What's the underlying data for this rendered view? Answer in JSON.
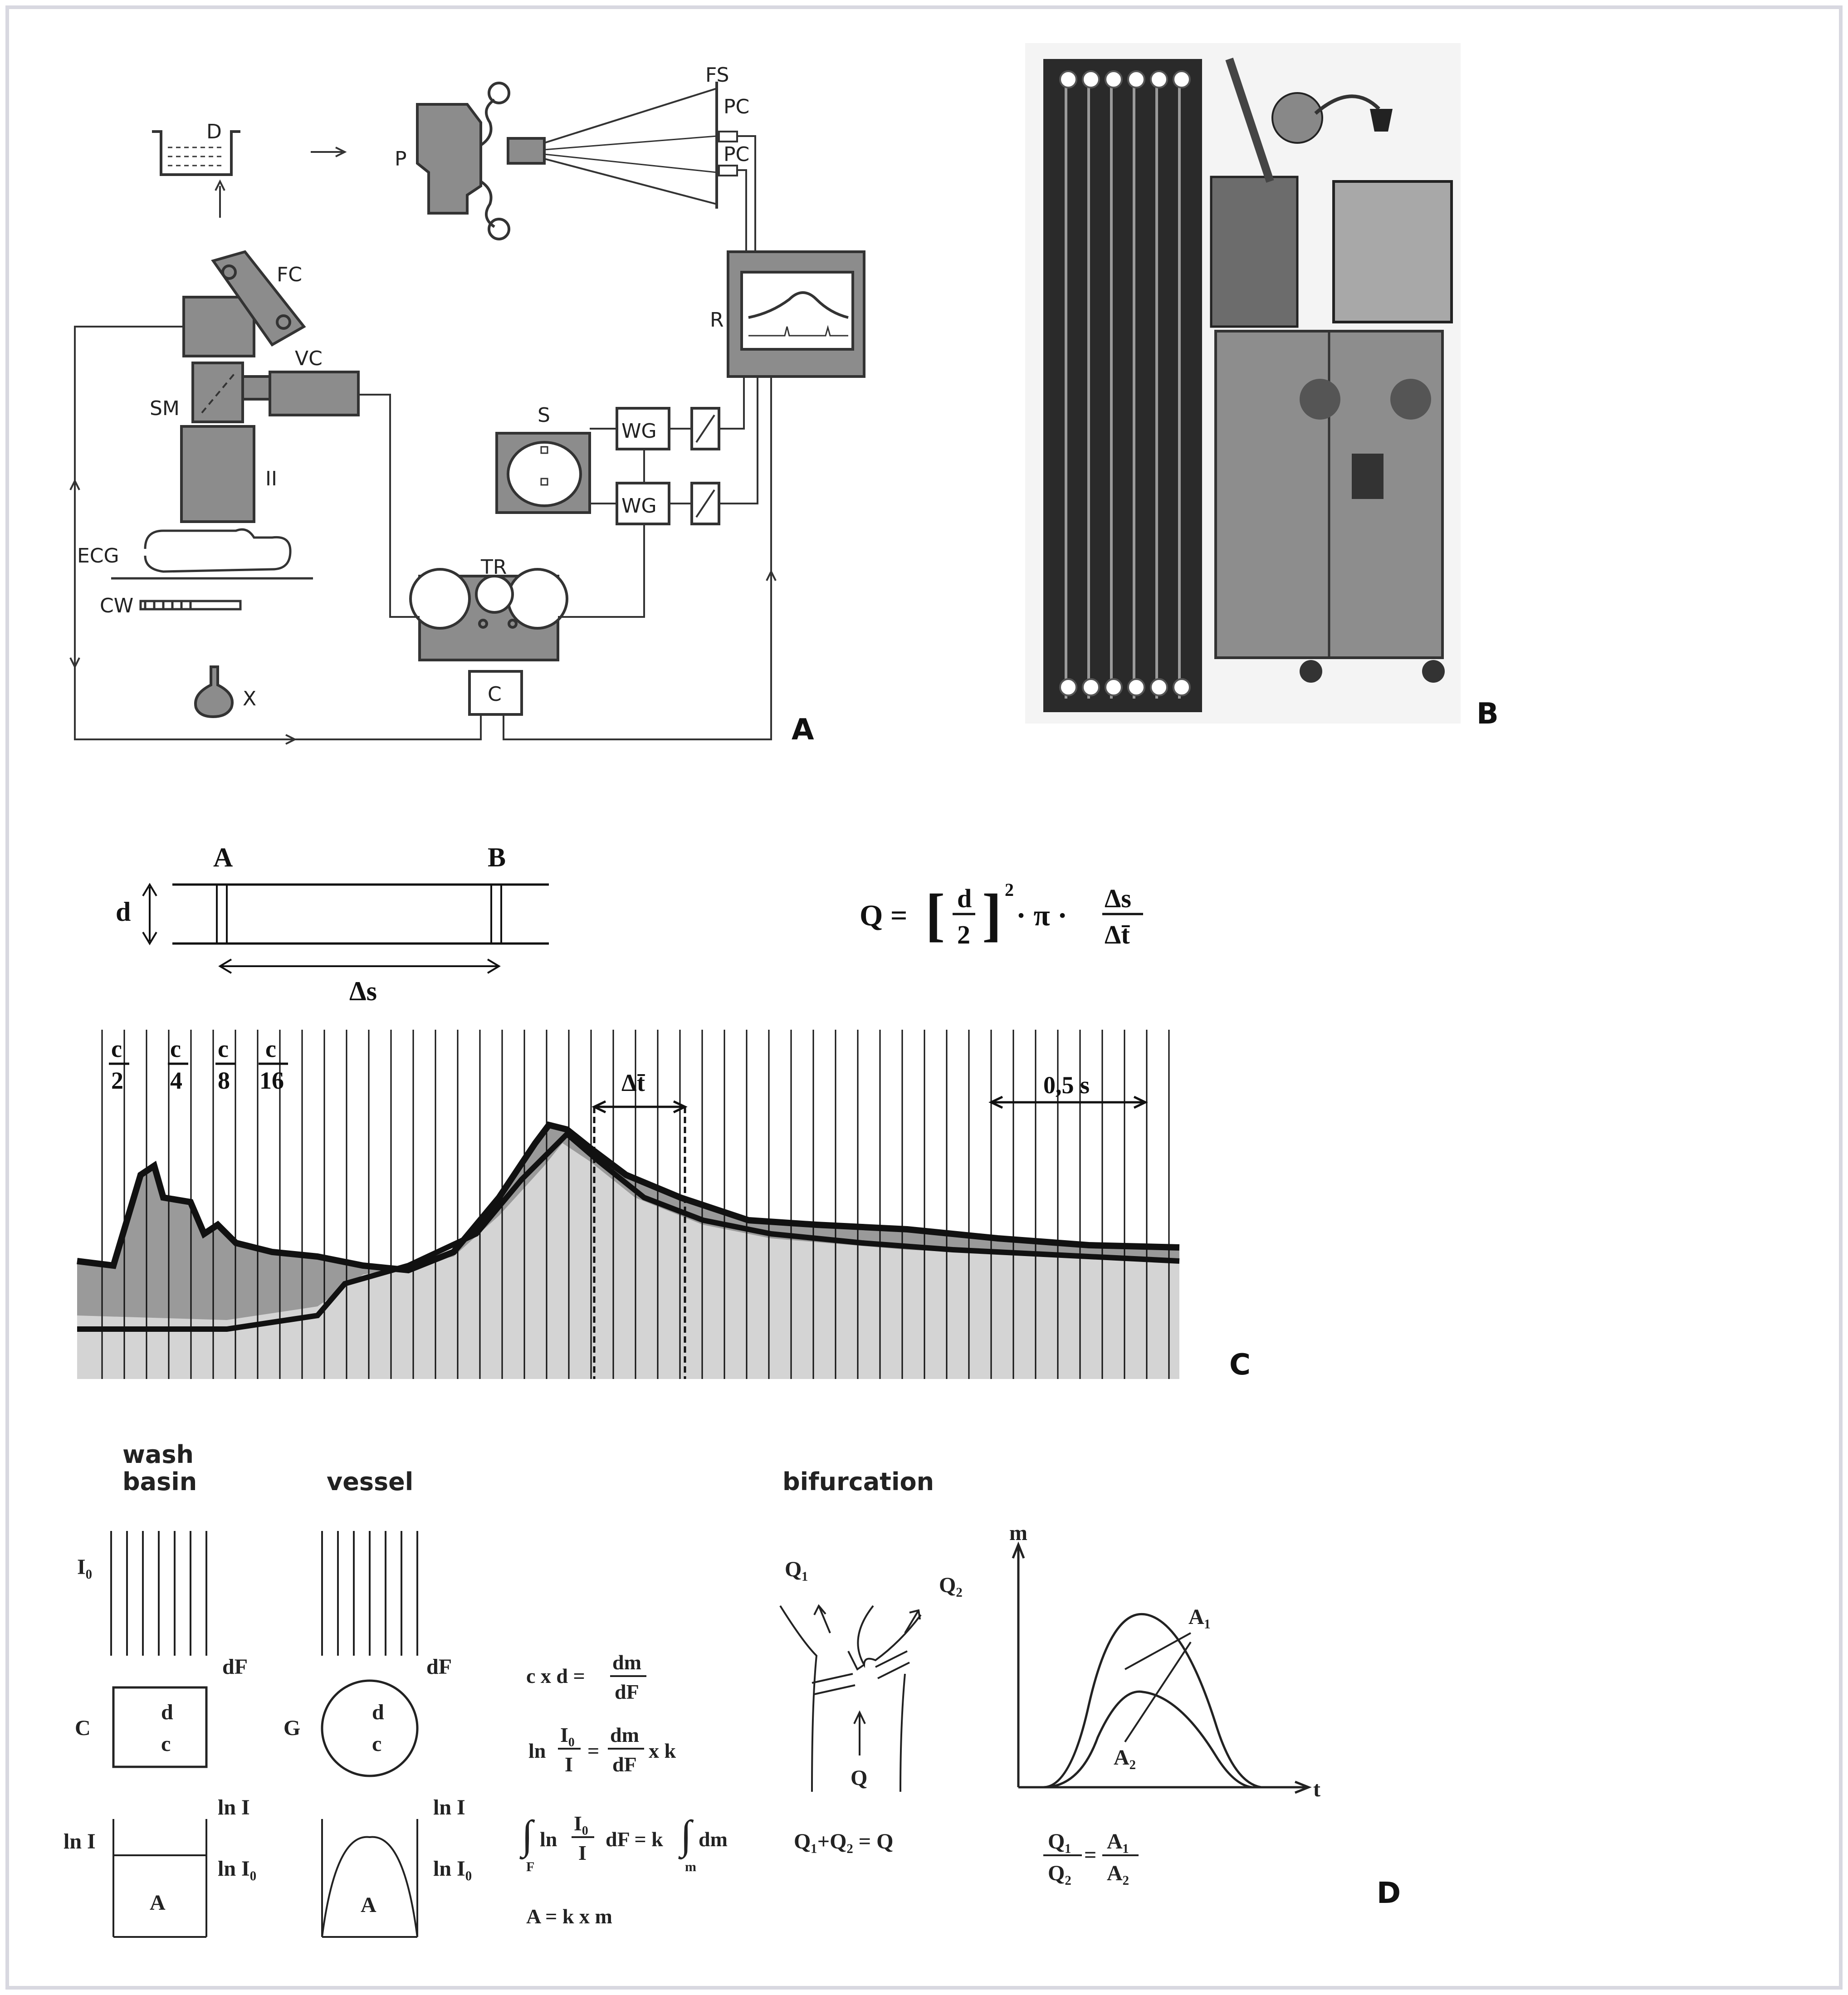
{
  "panel_letters": {
    "a": "A",
    "b": "B",
    "c": "C",
    "d": "D"
  },
  "panel_a": {
    "D": "D",
    "P": "P",
    "FS": "FS",
    "PC1": "PC",
    "PC2": "PC",
    "FC": "FC",
    "VC": "VC",
    "SM": "SM",
    "II": "II",
    "R": "R",
    "S": "S",
    "WG1": "WG",
    "WG2": "WG",
    "ECG": "ECG",
    "CW": "CW",
    "TR": "TR",
    "C": "C",
    "X": "X"
  },
  "panel_c": {
    "A": "A",
    "B": "B",
    "d": "d",
    "delta_s": "Δs",
    "formula_Q": "Q =",
    "formula_d": "d",
    "formula_2": "2",
    "formula_exp": "2",
    "formula_pi": "· π ·",
    "formula_num": "Δs",
    "formula_den": "Δt̄",
    "c": "c",
    "c2": "2",
    "c4": "4",
    "c8": "8",
    "c16": "16",
    "delta_t": "Δt̄",
    "time_scale": "0,5 s"
  },
  "panel_d": {
    "wash_basin_1": "wash",
    "wash_basin_2": "basin",
    "vessel": "vessel",
    "bifurcation": "bifurcation",
    "I0": "I₀",
    "dF": "dF",
    "C": "C",
    "G": "G",
    "d": "d",
    "c": "c",
    "lnI": "ln I",
    "lnI0": "ln I₀",
    "A": "A",
    "eq1_left": "c x d =",
    "eq1_num": "dm",
    "eq1_den": "dF",
    "eq2_ln": "ln",
    "eq2_I0": "I₀",
    "eq2_I": "I",
    "eq2_mid": "=",
    "eq2_num": "dm",
    "eq2_den": "dF",
    "eq2_k": "x k",
    "eq3_ln": "ln",
    "eq3_I0": "I₀",
    "eq3_I": "I",
    "eq3_mid": "dF = k",
    "eq3_dm": "dm",
    "eq3_F": "F",
    "eq3_m": "m",
    "eq4": "A = k x m",
    "Q1": "Q₁",
    "Q2": "Q₂",
    "Q": "Q",
    "sum_eq": "Q₁+Q₂ = Q",
    "axis_m": "m",
    "axis_t": "t",
    "A1": "A₁",
    "A2": "A₂",
    "ratio_Q1": "Q₁",
    "ratio_Q2": "Q₂",
    "ratio_A1": "A₁",
    "ratio_A2": "A₂",
    "ratio_eq": "="
  }
}
